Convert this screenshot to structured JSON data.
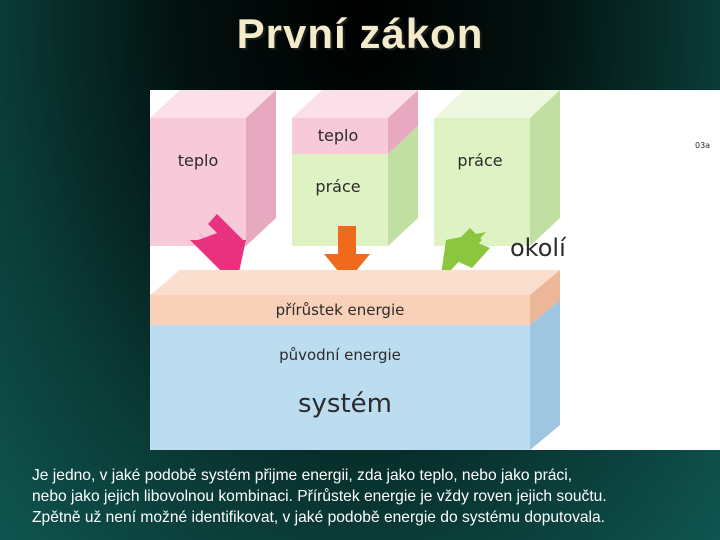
{
  "title": "První zákon",
  "diagram": {
    "cubes": [
      {
        "top_label": "teplo",
        "bottom_label": ""
      },
      {
        "top_label": "teplo",
        "bottom_label": "práce"
      },
      {
        "top_label": "práce",
        "bottom_label": ""
      }
    ],
    "corner_code": "03a",
    "surroundings_label": "okolí",
    "energy_increase_label": "přírůstek energie",
    "original_energy_label": "původní energie",
    "system_label": "systém",
    "colors": {
      "heat": "#f7c9d9",
      "work": "#dff2c4",
      "increase": "#f9d1b9",
      "system": "#bcdcf0",
      "arrow_heat": "#e8317f",
      "arrow_mixed": "#ef6a1c",
      "arrow_work": "#8cc63f"
    }
  },
  "caption": {
    "line1": "Je jedno, v jaké podobě systém přijme energii, zda jako teplo, nebo jako práci,",
    "line2": "nebo jako jejich libovolnou kombinaci. Přírůstek energie je vždy roven jejich součtu.",
    "line3": "Zpětně už není možné identifikovat, v jaké podobě energie do systému doputovala."
  }
}
